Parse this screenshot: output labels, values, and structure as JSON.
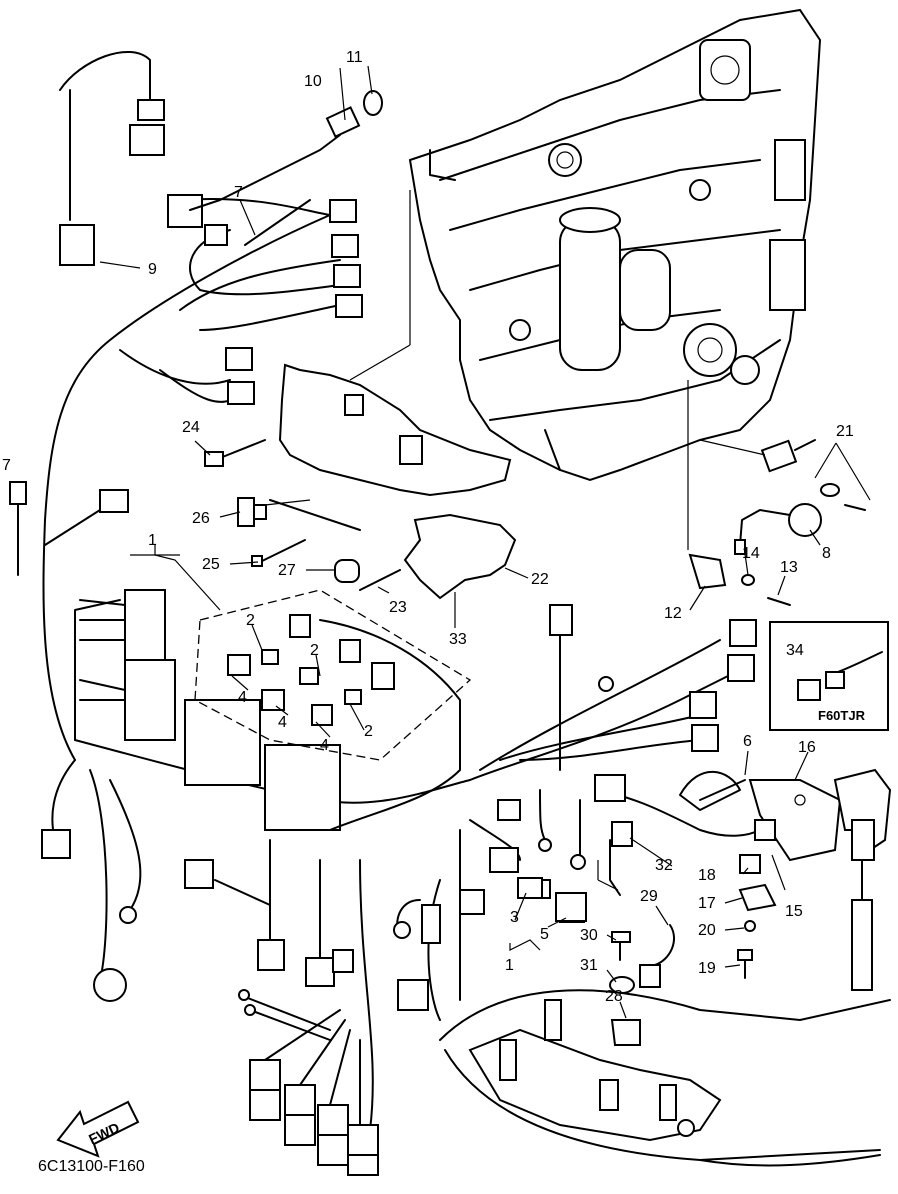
{
  "diagram": {
    "drawing_code": "6C13100-F160",
    "inset_label": "F60TJR",
    "direction_label": "FWD",
    "callouts": [
      {
        "id": "c1a",
        "text": "1"
      },
      {
        "id": "c1b",
        "text": "1"
      },
      {
        "id": "c2a",
        "text": "2"
      },
      {
        "id": "c2b",
        "text": "2"
      },
      {
        "id": "c2c",
        "text": "2"
      },
      {
        "id": "c3",
        "text": "3"
      },
      {
        "id": "c4a",
        "text": "4"
      },
      {
        "id": "c4b",
        "text": "4"
      },
      {
        "id": "c4c",
        "text": "4"
      },
      {
        "id": "c5",
        "text": "5"
      },
      {
        "id": "c6",
        "text": "6"
      },
      {
        "id": "c7a",
        "text": "7"
      },
      {
        "id": "c7b",
        "text": "7"
      },
      {
        "id": "c8",
        "text": "8"
      },
      {
        "id": "c9",
        "text": "9"
      },
      {
        "id": "c10",
        "text": "10"
      },
      {
        "id": "c11",
        "text": "11"
      },
      {
        "id": "c12",
        "text": "12"
      },
      {
        "id": "c13",
        "text": "13"
      },
      {
        "id": "c14",
        "text": "14"
      },
      {
        "id": "c15",
        "text": "15"
      },
      {
        "id": "c16",
        "text": "16"
      },
      {
        "id": "c17",
        "text": "17"
      },
      {
        "id": "c18",
        "text": "18"
      },
      {
        "id": "c19",
        "text": "19"
      },
      {
        "id": "c20",
        "text": "20"
      },
      {
        "id": "c21",
        "text": "21"
      },
      {
        "id": "c22",
        "text": "22"
      },
      {
        "id": "c23",
        "text": "23"
      },
      {
        "id": "c24",
        "text": "24"
      },
      {
        "id": "c25",
        "text": "25"
      },
      {
        "id": "c26",
        "text": "26"
      },
      {
        "id": "c27",
        "text": "27"
      },
      {
        "id": "c28",
        "text": "28"
      },
      {
        "id": "c29",
        "text": "29"
      },
      {
        "id": "c30",
        "text": "30"
      },
      {
        "id": "c31",
        "text": "31"
      },
      {
        "id": "c32",
        "text": "32"
      },
      {
        "id": "c33",
        "text": "33"
      },
      {
        "id": "c34",
        "text": "34"
      }
    ]
  }
}
